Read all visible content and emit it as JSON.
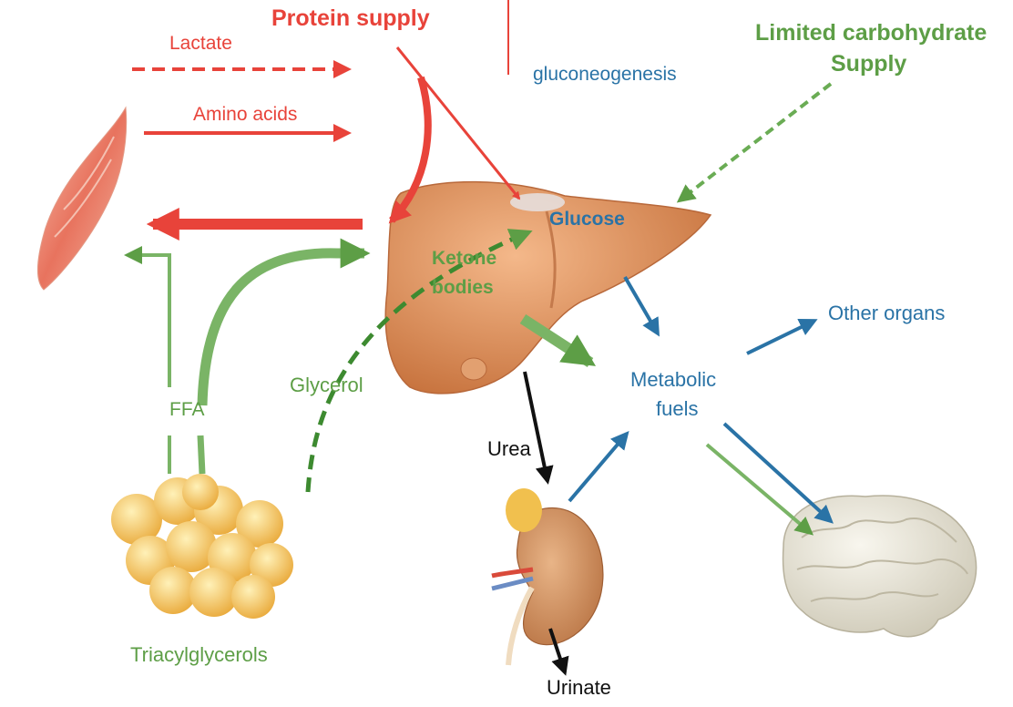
{
  "labels": {
    "protein_supply": "Protein supply",
    "lactate": "Lactate",
    "amino_acids": "Amino acids",
    "gluconeogenesis": "gluconeogenesis",
    "limited_carb_line1": "Limited carbohydrate",
    "limited_carb_line2": "Supply",
    "glucose": "Glucose",
    "ketone_line1": "Ketone",
    "ketone_line2": "bodies",
    "other_organs": "Other organs",
    "metabolic_line1": "Metabolic",
    "metabolic_line2": "fuels",
    "glycerol": "Glycerol",
    "ffa": "FFA",
    "urea": "Urea",
    "triacylglycerols": "Triacylglycerols",
    "urinate": "Urinate"
  },
  "colors": {
    "protein": "#e8433a",
    "fat": "#5d9e46",
    "glucose": "#2a73a6",
    "urea": "#111111",
    "liver": "#d98a54",
    "muscle": "#e8836b",
    "adipose": "#f4c24c",
    "kidney": "#c98a5a",
    "brain": "#ece8dc"
  },
  "icons": [
    "muscle-illustration",
    "liver-illustration",
    "adipose-illustration",
    "kidney-illustration",
    "brain-illustration"
  ]
}
